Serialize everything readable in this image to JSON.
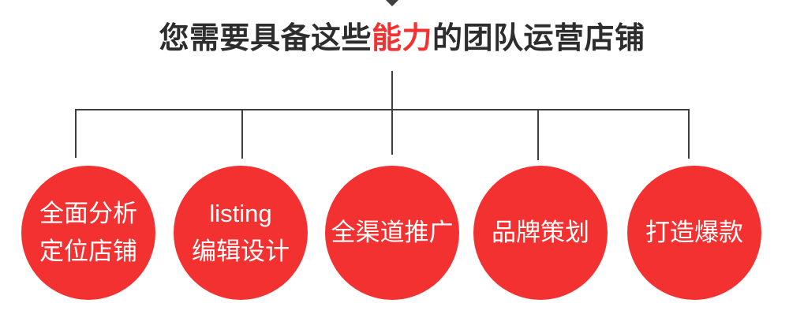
{
  "title": {
    "prefix": "您需要具备这些",
    "highlight": "能力",
    "suffix": "的团队运营店铺"
  },
  "colors": {
    "title_text": "#2d2d2d",
    "highlight_red": "#f43131",
    "circle_background": "#f43131",
    "circle_text": "#ffffff",
    "connector_line": "#3f3f3f"
  },
  "circles": [
    {
      "lines": [
        "全面分析",
        "定位店铺"
      ]
    },
    {
      "lines": [
        "listing",
        "编辑设计"
      ]
    },
    {
      "lines": [
        "全渠道推广"
      ]
    },
    {
      "lines": [
        "品牌策划"
      ]
    },
    {
      "lines": [
        "打造爆款"
      ]
    }
  ]
}
